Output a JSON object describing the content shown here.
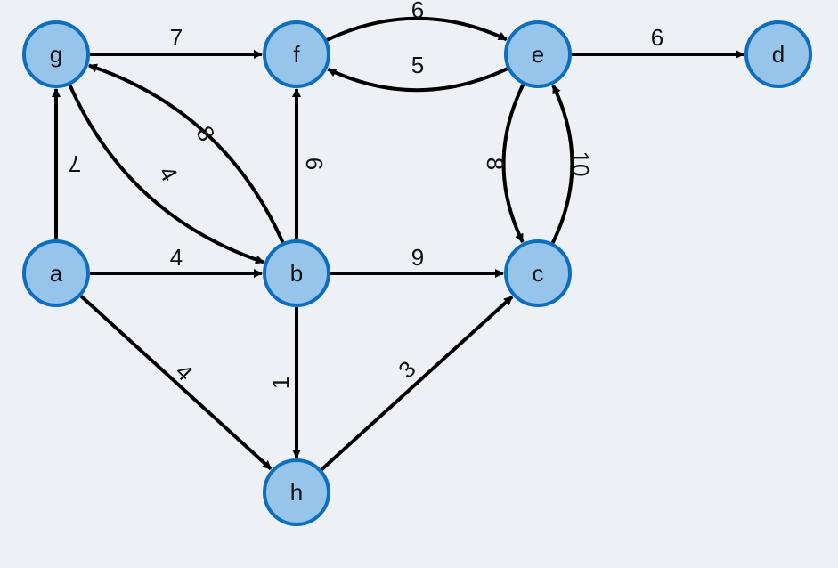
{
  "graph": {
    "type": "directed-weighted",
    "colors": {
      "background": "#edf1f5",
      "node_fill": "#97c4ea",
      "node_stroke": "#0d6ebf",
      "edge": "#000000"
    },
    "nodes": [
      {
        "id": "g",
        "label": "g"
      },
      {
        "id": "f",
        "label": "f"
      },
      {
        "id": "e",
        "label": "e"
      },
      {
        "id": "d",
        "label": "d"
      },
      {
        "id": "a",
        "label": "a"
      },
      {
        "id": "b",
        "label": "b"
      },
      {
        "id": "c",
        "label": "c"
      },
      {
        "id": "h",
        "label": "h"
      }
    ],
    "edges": [
      {
        "from": "g",
        "to": "f",
        "weight": "7"
      },
      {
        "from": "f",
        "to": "e",
        "weight": "6"
      },
      {
        "from": "e",
        "to": "f",
        "weight": "5"
      },
      {
        "from": "e",
        "to": "d",
        "weight": "6"
      },
      {
        "from": "a",
        "to": "g",
        "weight": "7"
      },
      {
        "from": "g",
        "to": "b",
        "weight": "4"
      },
      {
        "from": "b",
        "to": "g",
        "weight": "8"
      },
      {
        "from": "b",
        "to": "f",
        "weight": "6"
      },
      {
        "from": "e",
        "to": "c",
        "weight": "8"
      },
      {
        "from": "c",
        "to": "e",
        "weight": "10"
      },
      {
        "from": "a",
        "to": "b",
        "weight": "4"
      },
      {
        "from": "b",
        "to": "c",
        "weight": "9"
      },
      {
        "from": "a",
        "to": "h",
        "weight": "4"
      },
      {
        "from": "b",
        "to": "h",
        "weight": "1"
      },
      {
        "from": "h",
        "to": "c",
        "weight": "3"
      }
    ]
  }
}
